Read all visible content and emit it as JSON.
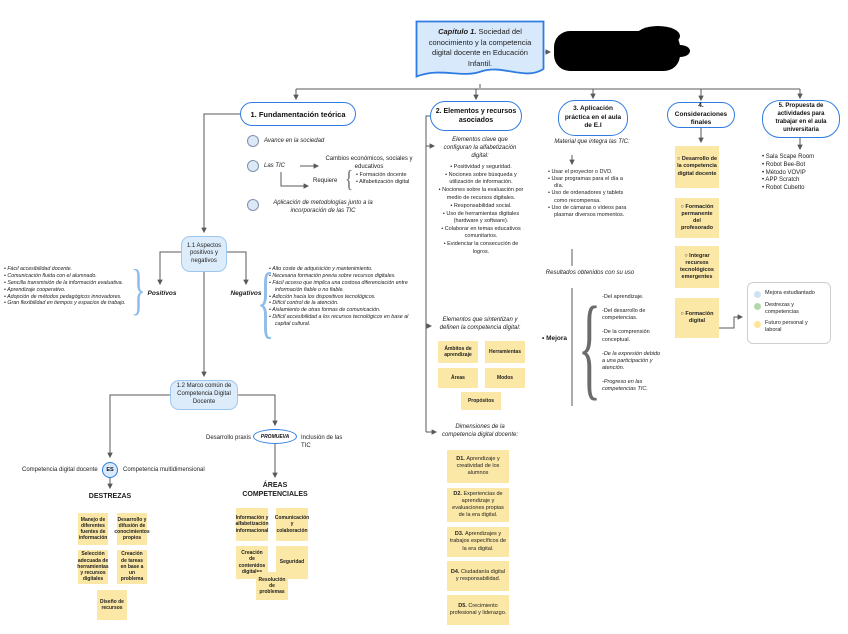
{
  "diagram_title": {
    "bold": "Capítulo 1.",
    "rest": "Sociedad del conocimiento y la competencia digital docente en Educación Infantil."
  },
  "s1": {
    "label": "1. Fundamentación teórica",
    "item1": "Avance en la sociedad",
    "item2": "Las TIC",
    "item2_effect": "Cambios económicos, sociales y educativos",
    "requiere_label": "Requiere",
    "requiere_items": [
      "• Formación docente",
      "• Alfabetización digital"
    ],
    "item3": "Aplicación de metodologías junto a la incorporación de las TIC",
    "n11": {
      "label": "1.1 Aspectos positivos y negativos",
      "positivos_label": "Positivos",
      "negativos_label": "Negativos",
      "positivos": [
        "• Fácil accesibilidad docente.",
        "• Comunicación fluida con el alumnado.",
        "• Sencilla transmisión de la información evaluativa.",
        "• Aprendizaje cooperativo.",
        "• Adopción de métodos pedagógicos innovadores.",
        "• Gran flexibilidad en tiempos y espacios de trabajo."
      ],
      "negativos": [
        "• Alto coste de adquisición y mantenimiento.",
        "• Necesaria formación previa sobre recursos digitales.",
        "• Fácil acceso que implica una costosa diferenciación entre información fiable o no fiable.",
        "• Adicción hacia los dispositivos tecnológicos.",
        "• Difícil control de la atención.",
        "• Aislamiento de otras formas de comunicación.",
        "• Difícil accesibilidad a los recursos tecnológicos en base al capital cultural."
      ]
    },
    "n12": {
      "label": "1.2 Marco común de Competencia Digital Docente",
      "es_left": "Competencia digital docente",
      "es_badge": "ES",
      "es_right": "Competencia multidimensional",
      "destrezas_title": "DESTREZAS",
      "destrezas": [
        "Manejo de diferentes fuentes de información",
        "Desarrollo y difusión de conocimientos propios",
        "Selección adecuada de herramientas y recursos digitales",
        "Creación de tareas en base a un problema",
        "Diseño de recursos"
      ],
      "praxis_left": "Desarrollo praxis",
      "promueva_badge": "PROMUEVA",
      "praxis_right": "Inclusión de las TIC",
      "areas_title": "ÁREAS COMPETENCIALES",
      "areas": [
        "Información y alfabetización informacional",
        "Comunicación y colaboración",
        "Creación de contenidos digitales",
        "Seguridad",
        "Resolución de problemas"
      ]
    }
  },
  "s2": {
    "label": "2. Elementos y recursos asociados",
    "h1": "Elementos clave que configuran la alfabetización digital:",
    "bullets": [
      "• Positividad y seguridad.",
      "• Nociones sobre búsqueda y utilización de información.",
      "• Nociones sobre la evaluación por medio de recursos digitales.",
      "• Responsabilidad social.",
      "• Uso de herramientas digitales (hardware y software).",
      "• Colaborar en temas educativos comunitarios.",
      "• Evidenciar la consecución de logros."
    ],
    "h2": "Elementos que sintentizan y definen la competencia digital:",
    "elementos": [
      "Ámbitos de aprendizaje",
      "Herramientas",
      "Áreas",
      "Modos",
      "Propósitos"
    ],
    "h3": "Dimensiones de la competencia digital docente:",
    "dimensiones": [
      {
        "prefix": "D1.",
        "text": "Aprendizaje y creatividad de los alumnos"
      },
      {
        "prefix": "D2.",
        "text": "Experiencias de aprendizaje y evaluaciones propias de la era digital."
      },
      {
        "prefix": "D3.",
        "text": "Aprendizajes y trabajos específicos de la era digital."
      },
      {
        "prefix": "D4.",
        "text": "Ciudadanía digital y responsabilidad."
      },
      {
        "prefix": "D5.",
        "text": "Crecimiento profesional y liderazgo."
      }
    ]
  },
  "s3": {
    "label": "3. Aplicación práctica en el aula de E.I",
    "h1": "Material que integra las TIC:",
    "bullets": [
      "• Usar el proyector o DVD.",
      "• Usar programas para el día a día.",
      "• Uso de ordenadores y tablets como recompensa.",
      "• Uso de cámaras o vídeos para plasmar diversos momentos."
    ],
    "h2": "Resultados obtenidos con su uso",
    "mejora_label": "• Mejora",
    "results": [
      "-Del aprendizaje.",
      "-Del desarrollo de competencias.",
      "-De la comprensión conceptual.",
      "-De la expresión debido a una participación y atención.",
      "-Progreso en las competencias TIC."
    ]
  },
  "s4": {
    "label": "4. Consideraciones finales",
    "notes": [
      "○ Desarrollo de la competencia digital docente",
      "○ Formación permanente del profesorado",
      "○ Integrar recursos tecnológicos emergentes",
      "○ Formación digital"
    ]
  },
  "s5": {
    "label": "5. Propuesta de actividades para trabajar en el aula universitaria",
    "bullets": [
      "• Sala Scape Room",
      "• Robot Bee-Bot",
      "• Método VOVIP",
      "• APP Scratch",
      "• Robot Cubetto"
    ]
  },
  "legend": {
    "items": [
      {
        "label": "Mejora estudiantado",
        "color": "#cfe2f3"
      },
      {
        "label": "Destrezas y competencias",
        "color": "#b6d7a8"
      },
      {
        "label": "Futuro personal y laboral",
        "color": "#ffe599"
      }
    ]
  },
  "colors": {
    "node_border_blue": "#2f7de1",
    "soft_node_fill": "#ddecfa",
    "sticky_yellow": "#fbe7a6",
    "connector_gray": "#595959",
    "title_fill": "#d8e9fb"
  }
}
